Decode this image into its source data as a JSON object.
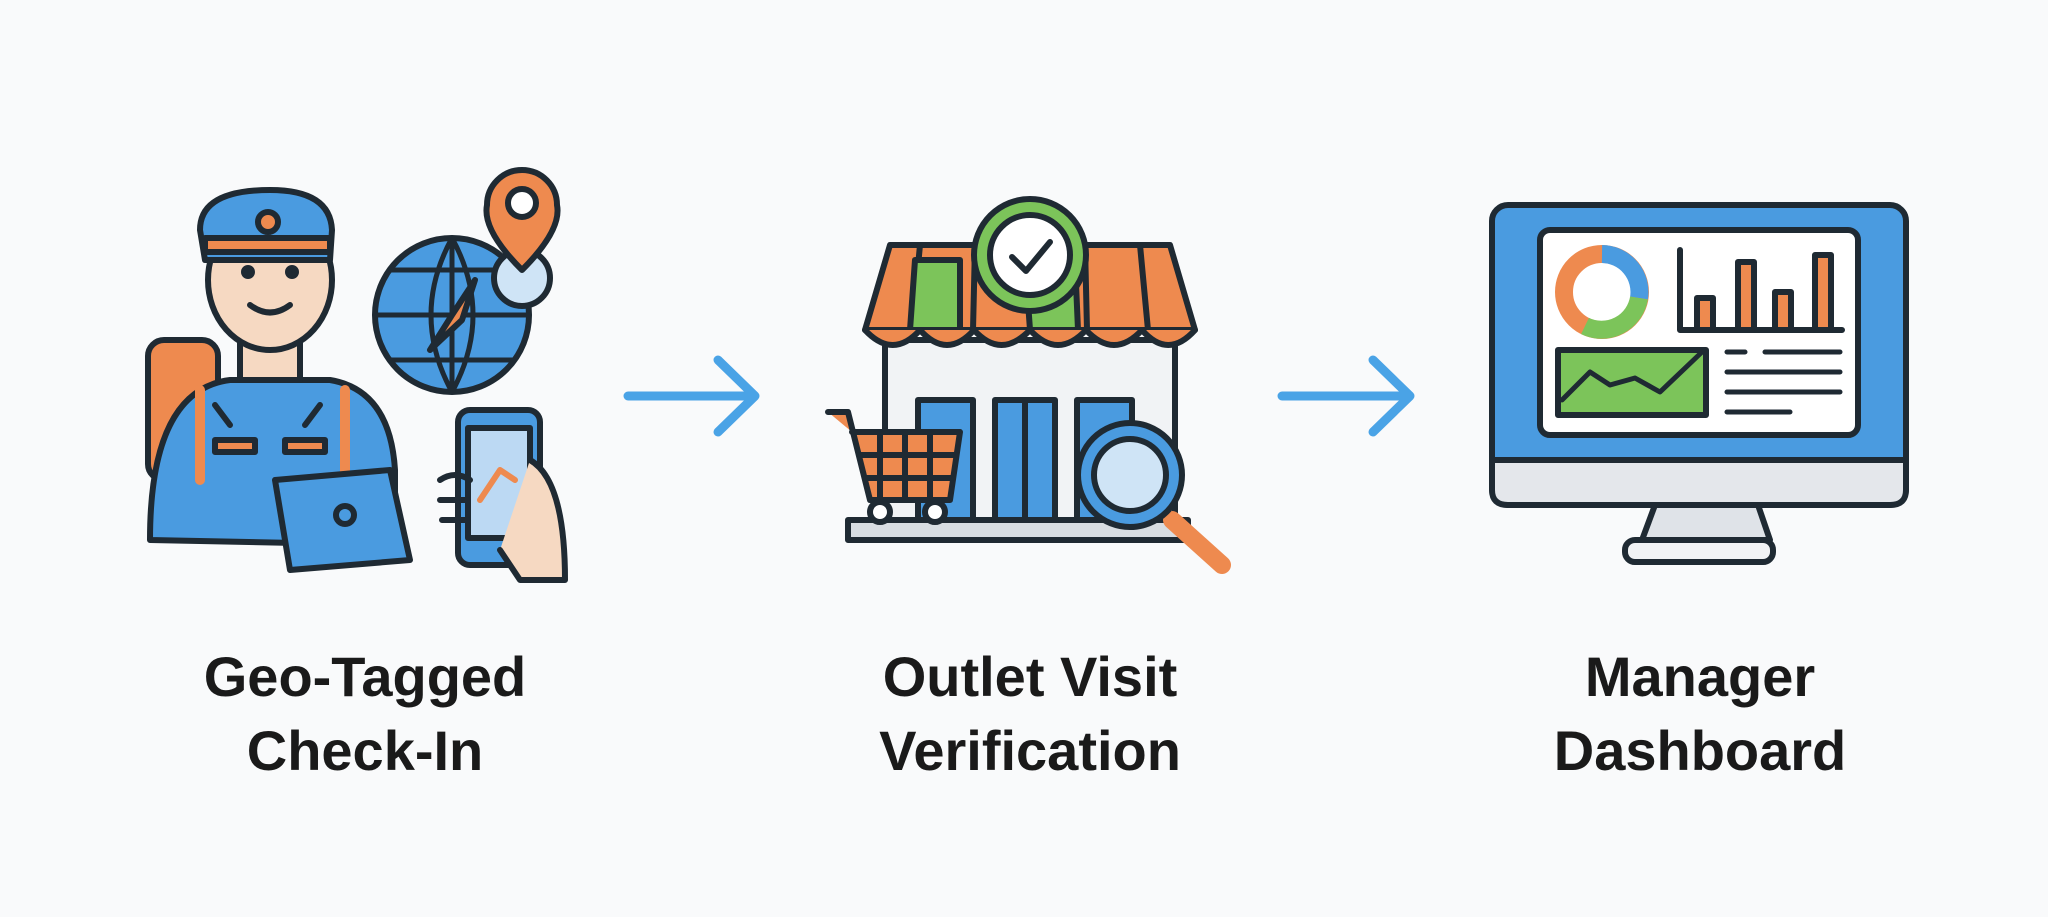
{
  "steps": [
    {
      "line1": "Geo-Tagged",
      "line2": "Check-In",
      "icon": "field-agent-geo-checkin-icon"
    },
    {
      "line1": "Outlet Visit",
      "line2": "Verification",
      "icon": "storefront-verification-icon"
    },
    {
      "line1": "Manager",
      "line2": "Dashboard",
      "icon": "monitor-dashboard-icon"
    }
  ],
  "colors": {
    "blue": "#4a9be0",
    "orange": "#ee8a4f",
    "green": "#7cc45a",
    "outline": "#1f2a33",
    "arrow": "#4aa3e6"
  }
}
